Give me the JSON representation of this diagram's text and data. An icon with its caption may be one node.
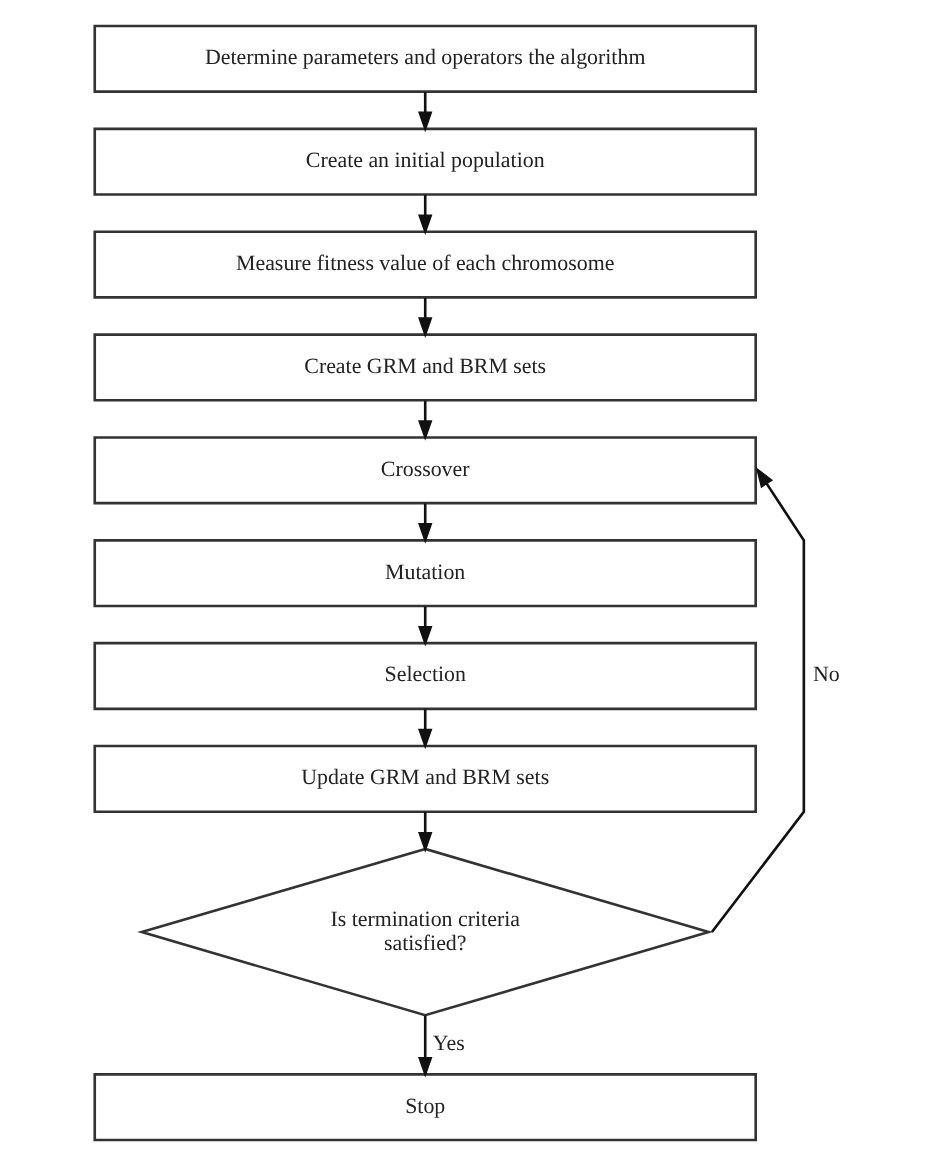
{
  "diagram": {
    "nodes": [
      {
        "text": [
          "Determine parameters and operators the algorithm"
        ]
      },
      {
        "text": [
          "Create an initial population"
        ]
      },
      {
        "text": [
          "Measure fitness value of each chromosome"
        ]
      },
      {
        "text": [
          "Create GRM and BRM sets"
        ]
      },
      {
        "text": [
          "Crossover"
        ]
      },
      {
        "text": [
          "Mutation"
        ]
      },
      {
        "text": [
          "Selection"
        ]
      },
      {
        "text": [
          "Update GRM and BRM sets"
        ]
      },
      {
        "text": [
          "Is termination criteria satisfied?"
        ]
      },
      {
        "text": [
          "Stop"
        ]
      }
    ],
    "edges": [
      {
        "from": 0,
        "to": 1,
        "arrow": "to"
      },
      {
        "from": 1,
        "to": 2,
        "arrow": "to"
      },
      {
        "from": 2,
        "to": 3,
        "arrow": "to"
      },
      {
        "from": 3,
        "to": 4,
        "arrow": "to"
      },
      {
        "from": 4,
        "to": 5,
        "arrow": "to"
      },
      {
        "from": 5,
        "to": 6,
        "arrow": "to"
      },
      {
        "from": 6,
        "to": 7,
        "arrow": "to"
      },
      {
        "from": 7,
        "to": 8,
        "arrow": "to"
      },
      {
        "from": 8,
        "to": 4,
        "arrow": "to",
        "label": "No"
      },
      {
        "from": 8,
        "to": 9,
        "arrow": "to",
        "label": "Yes"
      }
    ]
  }
}
